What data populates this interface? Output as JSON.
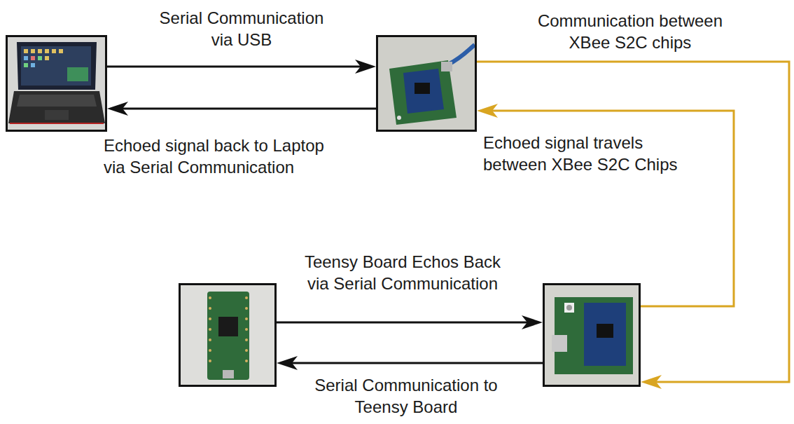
{
  "diagram": {
    "nodes": [
      {
        "text": []
      },
      {
        "text": []
      },
      {
        "text": []
      },
      {
        "text": []
      }
    ],
    "edges": [
      {
        "from": 0,
        "to": 1,
        "arrow": "to",
        "label": "Serial Communication via USB"
      },
      {
        "from": 1,
        "to": 0,
        "arrow": "to",
        "label": "Echoed signal back to Laptop via Serial Communication"
      },
      {
        "from": 1,
        "to": 3,
        "arrow": "to",
        "label": "Communication between XBee S2C chips"
      },
      {
        "from": 3,
        "to": 1,
        "arrow": "to",
        "label": "Echoed signal travels between XBee S2C Chips"
      },
      {
        "from": 2,
        "to": 3,
        "arrow": "to",
        "label": "Teensy Board Echos Back via Serial Communication"
      },
      {
        "from": 3,
        "to": 2,
        "arrow": "to",
        "label": "Serial Communication to Teensy Board"
      }
    ]
  }
}
